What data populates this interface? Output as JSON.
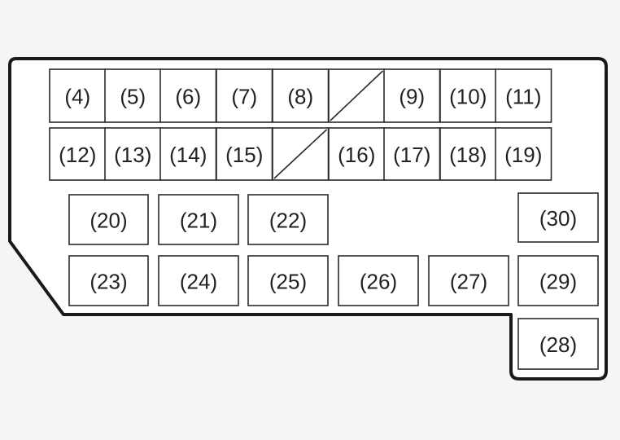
{
  "diagram": {
    "colors": {
      "background": "#f5f5f3",
      "cell_fill": "#ffffff",
      "stroke": "#2a2a2a",
      "text": "#222222"
    },
    "row1": [
      "(4)",
      "(5)",
      "(6)",
      "(7)",
      "(8)",
      "",
      "(9)",
      "(10)",
      "(11)"
    ],
    "row2": [
      "(12)",
      "(13)",
      "(14)",
      "(15)",
      "",
      "(16)",
      "(17)",
      "(18)",
      "(19)"
    ],
    "upper_blocks": [
      "(20)",
      "(21)",
      "(22)",
      "(30)"
    ],
    "lower_blocks": [
      "(23)",
      "(24)",
      "(25)",
      "(26)",
      "(27)",
      "(29)"
    ],
    "bottom_block": "(28)"
  }
}
